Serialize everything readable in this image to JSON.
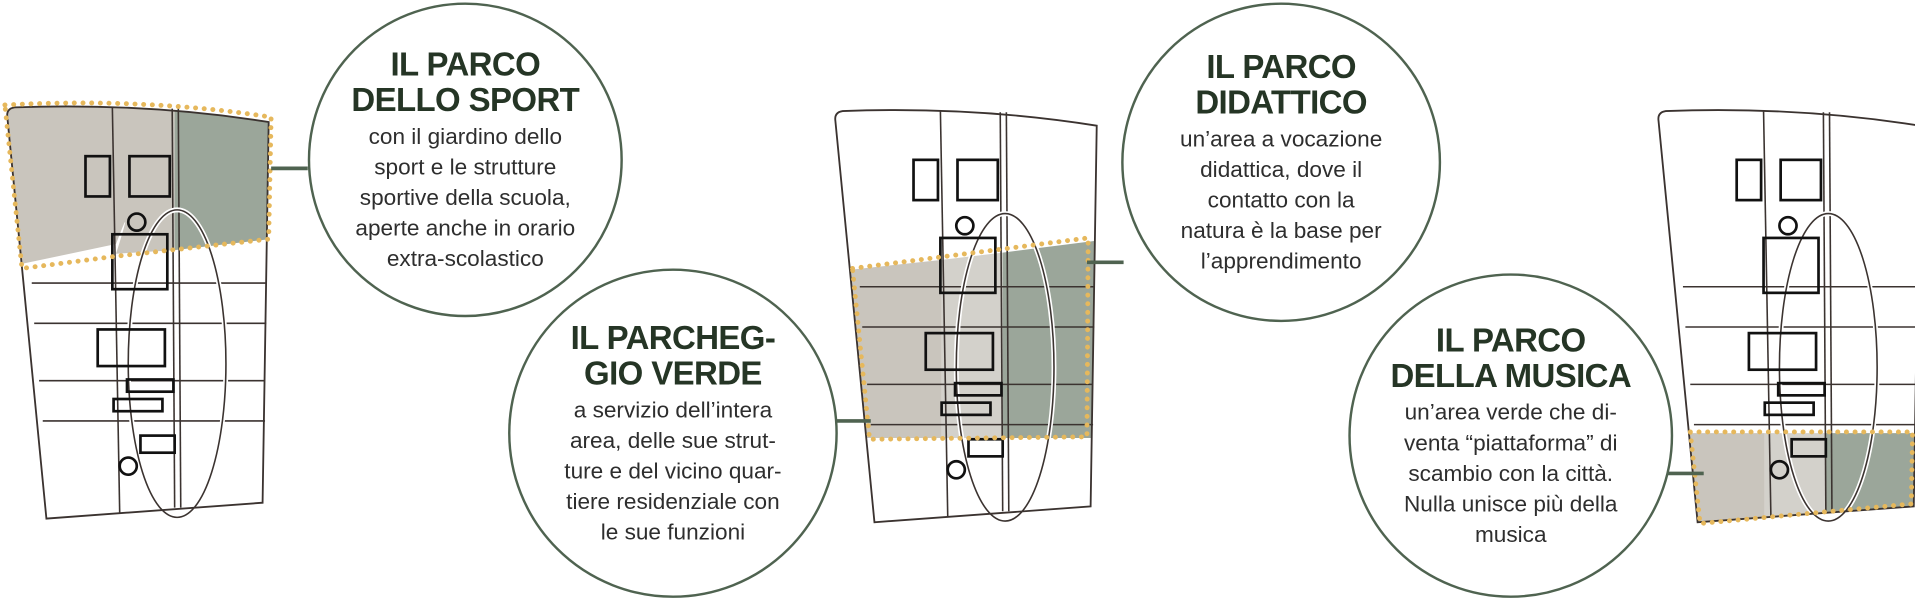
{
  "colors": {
    "accent_dotted": "#e6b85c",
    "fill_grey": "#c9c5bd",
    "fill_light": "#d3d1cb",
    "fill_green": "#9ba69a",
    "circle_border": "#4f6350",
    "heading": "#253525"
  },
  "panels": [
    {
      "title": "IL PARCO\nDELLO SPORT",
      "text": "con il giardino dello\nsport e le strutture\nsportive della scuola,\naperte anche in orario\nextra-scolastico"
    },
    {
      "title": "IL PARCHEG-\nGIO VERDE",
      "text": "a servizio dell’intera\narea, delle sue strut-\nture e del vicino quar-\ntiere residenziale con\nle sue funzioni"
    },
    {
      "title": "IL PARCO\nDIDATTICO",
      "text": "un’area a vocazione\ndidattica, dove il\ncontatto con la\nnatura è la base per\nl’apprendimento"
    },
    {
      "title": "IL PARCO\nDELLA MUSICA",
      "text": "un’area verde che di-\nventa “piattaforma” di\nscambio con la città.\nNulla unisce più della\nmusica"
    }
  ]
}
